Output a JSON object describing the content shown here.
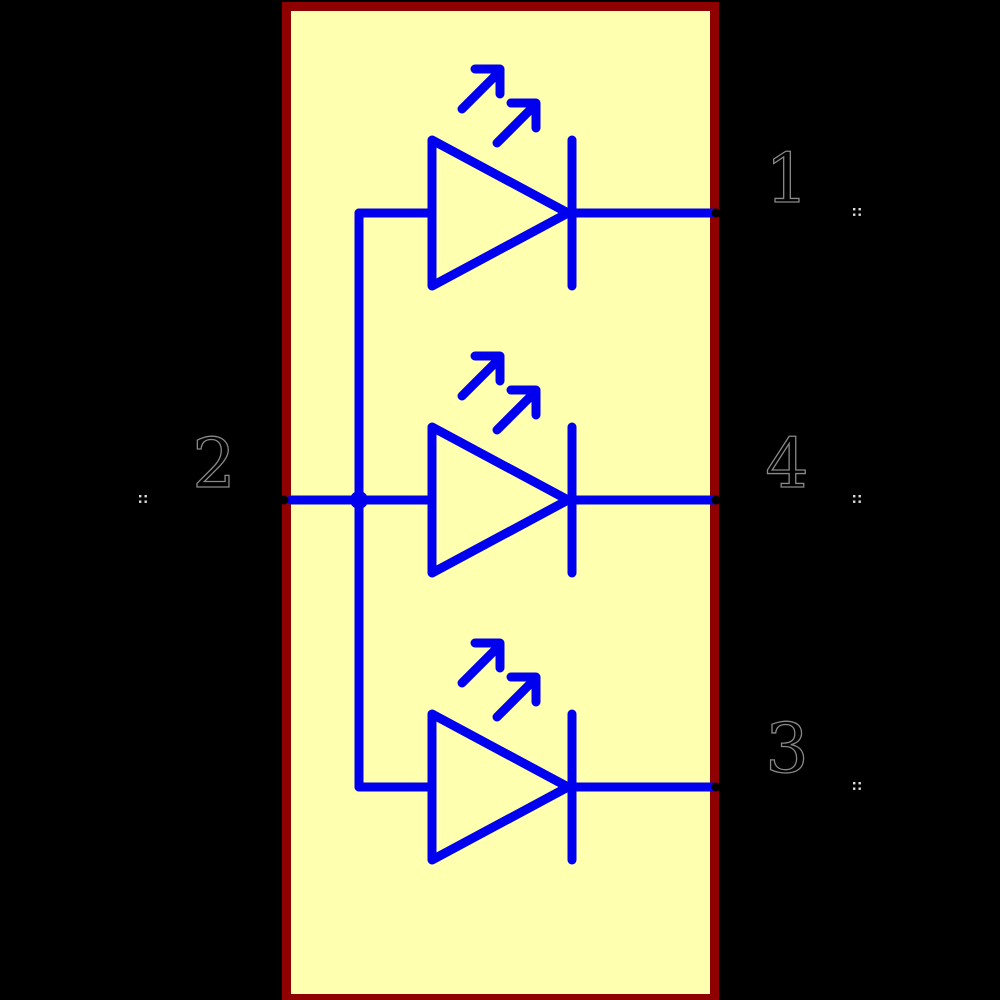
{
  "window": {
    "background": "#000000"
  },
  "schematic": {
    "body": {
      "fill": "#FFFFB0",
      "border": "#8F0000"
    },
    "wire_color": "#0000EE",
    "pin_dot_color": "#000000",
    "label": {
      "fill": "#000000",
      "outline": "#888888"
    },
    "tiny_mark_color": "#DCDCDC",
    "pins": [
      {
        "number": "1",
        "side": "right",
        "position": "top"
      },
      {
        "number": "2",
        "side": "left",
        "position": "middle"
      },
      {
        "number": "4",
        "side": "right",
        "position": "middle"
      },
      {
        "number": "3",
        "side": "right",
        "position": "bottom"
      }
    ],
    "leds": [
      {
        "name": "led-top"
      },
      {
        "name": "led-middle"
      },
      {
        "name": "led-bottom"
      }
    ]
  }
}
